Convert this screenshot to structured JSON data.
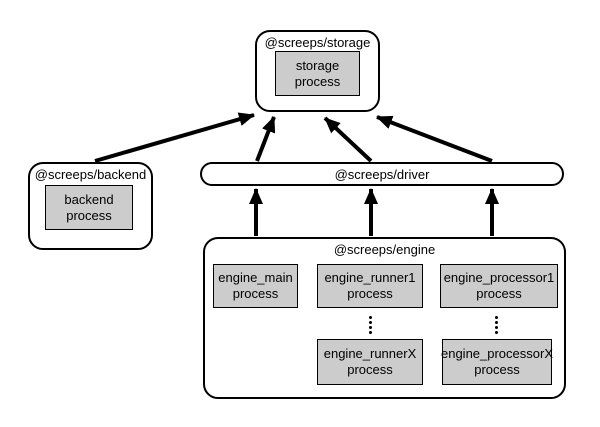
{
  "nodes": {
    "storage": {
      "label": "@screeps/storage",
      "process": "storage\nprocess"
    },
    "backend": {
      "label": "@screeps/backend",
      "process": "backend\nprocess"
    },
    "driver": {
      "label": "@screeps/driver"
    },
    "engine": {
      "label": "@screeps/engine",
      "main": "engine_main\nprocess",
      "runner1": "engine_runner1\nprocess",
      "runnerX": "engine_runnerX\nprocess",
      "processor1": "engine_processor1\nprocess",
      "processorX": "engine_processorX\nprocess"
    }
  },
  "edges": [
    {
      "from": "@screeps/backend",
      "to": "@screeps/storage"
    },
    {
      "from": "@screeps/driver",
      "to": "@screeps/storage"
    },
    {
      "from": "@screeps/driver",
      "to": "@screeps/storage"
    },
    {
      "from": "@screeps/driver",
      "to": "@screeps/storage"
    },
    {
      "from": "@screeps/engine",
      "to": "@screeps/driver"
    },
    {
      "from": "@screeps/engine",
      "to": "@screeps/driver"
    },
    {
      "from": "@screeps/engine",
      "to": "@screeps/driver"
    }
  ],
  "colors": {
    "process_fill": "#cccccc",
    "node_fill": "#ffffff",
    "line": "#000000",
    "background": "#ffffff"
  }
}
